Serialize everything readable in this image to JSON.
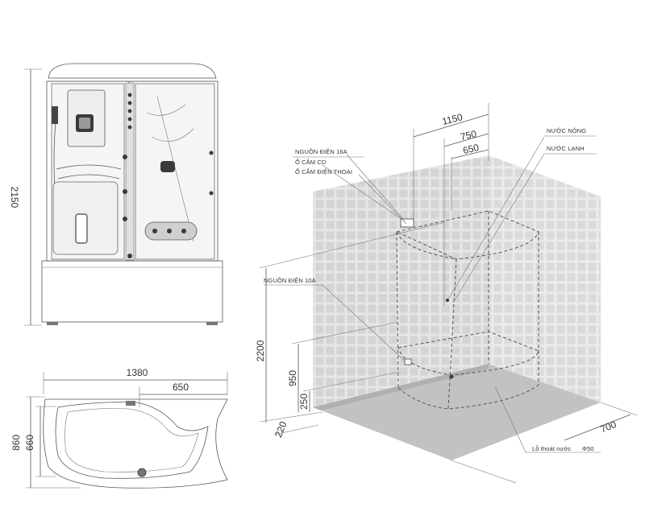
{
  "front_view": {
    "height_dim": "2150"
  },
  "top_view": {
    "width_dim": "1380",
    "offset_dim": "650",
    "depth_outer": "860",
    "depth_inner": "660"
  },
  "install_view": {
    "dim_1150": "1150",
    "dim_750": "750",
    "dim_650": "650",
    "dim_2200": "2200",
    "dim_950": "950",
    "dim_250": "250",
    "dim_220": "220",
    "dim_700": "700",
    "label_power_16a": "NGUỒN ĐIỆN 16A",
    "label_cd_socket": "Ổ CẮM CD",
    "label_phone_socket": "Ổ CẮM ĐIỆN THOẠI",
    "label_hot_water": "NƯỚC NÓNG",
    "label_cold_water": "NƯỚC LẠNH",
    "label_power_10a": "NGUỒN ĐIỆN 10A",
    "label_drain": "Lỗ thoát nước",
    "label_drain_size": "Φ50"
  },
  "colors": {
    "tile_wall": "#d9d9d9",
    "tile_floor": "#bdbdbd",
    "line": "#555555"
  }
}
